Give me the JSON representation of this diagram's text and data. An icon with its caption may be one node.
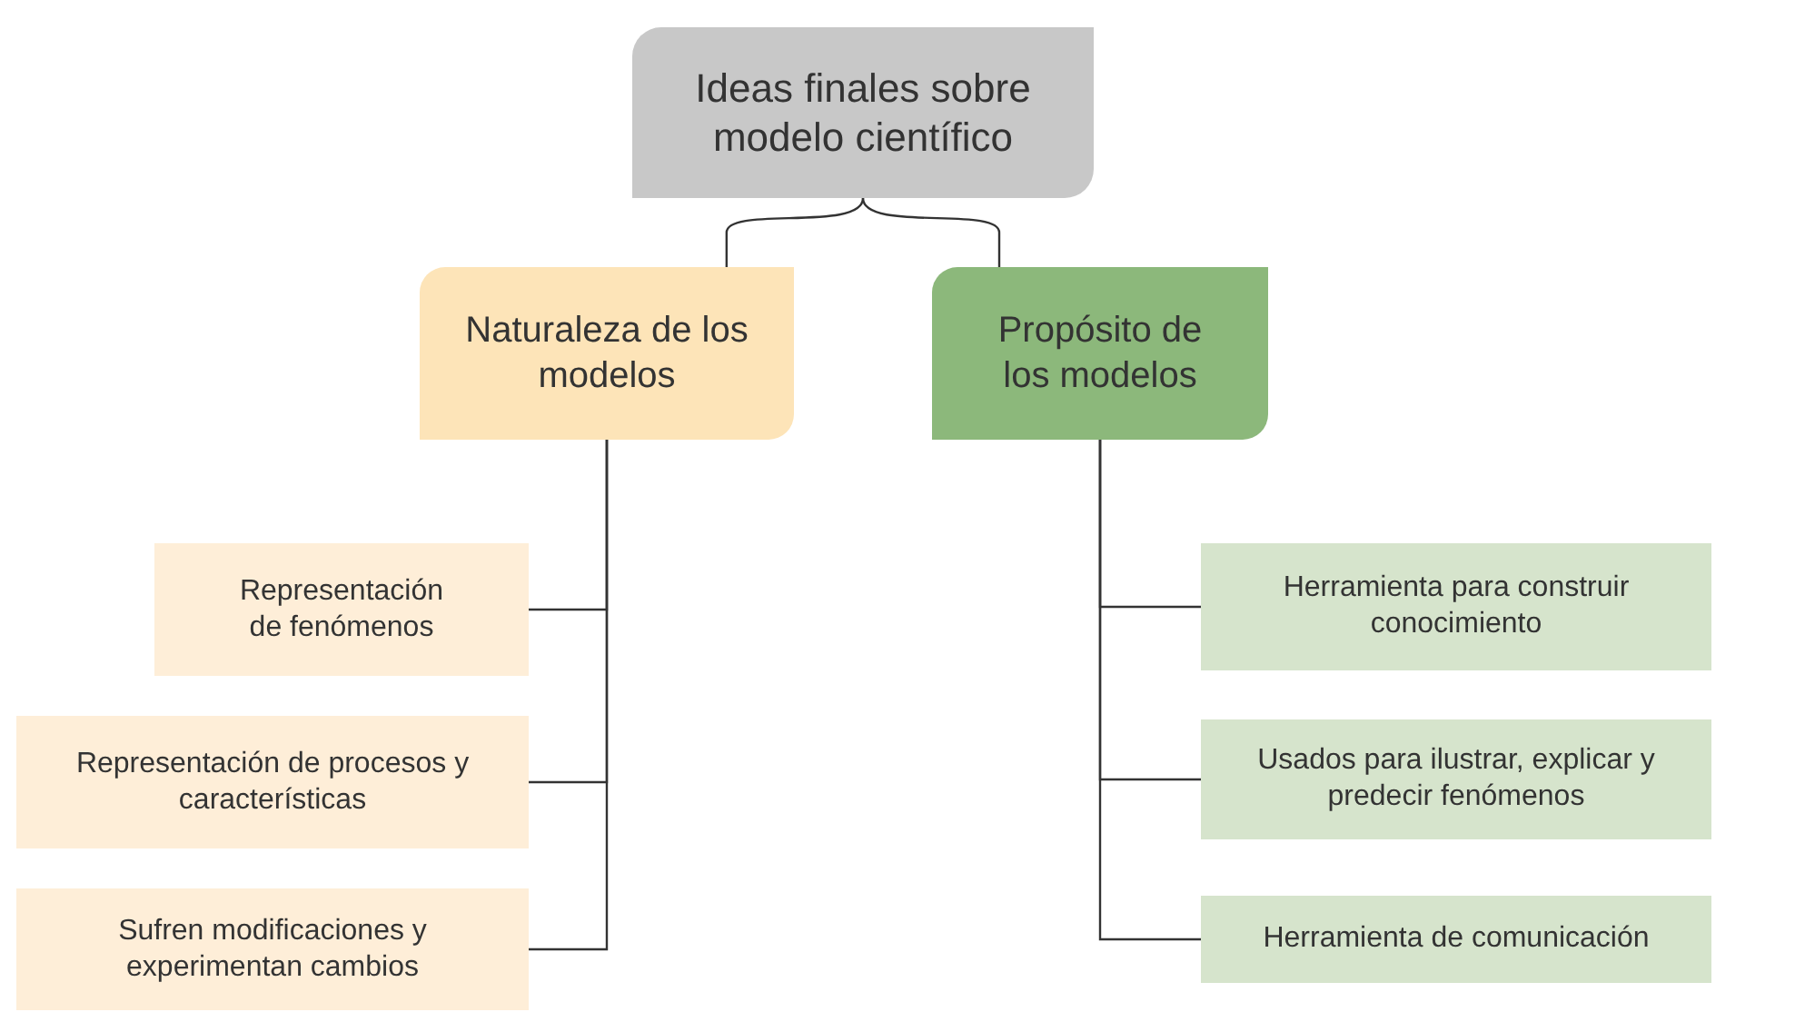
{
  "diagram": {
    "nodes": [
      {
        "text": [
          "Ideas finales sobre modelo científico"
        ]
      },
      {
        "text": [
          "Naturaleza de los modelos"
        ]
      },
      {
        "text": [
          "Propósito de los modelos"
        ]
      },
      {
        "text": [
          "Representación de fenómenos"
        ]
      },
      {
        "text": [
          "Representación de procesos y características"
        ]
      },
      {
        "text": [
          "Sufren modificaciones y experimentan cambios"
        ]
      },
      {
        "text": [
          "Herramienta para construir conocimiento"
        ]
      },
      {
        "text": [
          "Usados para ilustrar, explicar y predecir fenómenos"
        ]
      },
      {
        "text": [
          "Herramienta de comunicación"
        ]
      }
    ],
    "edges": [
      {
        "from": 0,
        "to": 1,
        "arrow": "none"
      },
      {
        "from": 0,
        "to": 2,
        "arrow": "none"
      },
      {
        "from": 1,
        "to": 3,
        "arrow": "none"
      },
      {
        "from": 1,
        "to": 4,
        "arrow": "none"
      },
      {
        "from": 1,
        "to": 5,
        "arrow": "none"
      },
      {
        "from": 2,
        "to": 6,
        "arrow": "none"
      },
      {
        "from": 2,
        "to": 7,
        "arrow": "none"
      },
      {
        "from": 2,
        "to": 8,
        "arrow": "none"
      }
    ]
  }
}
